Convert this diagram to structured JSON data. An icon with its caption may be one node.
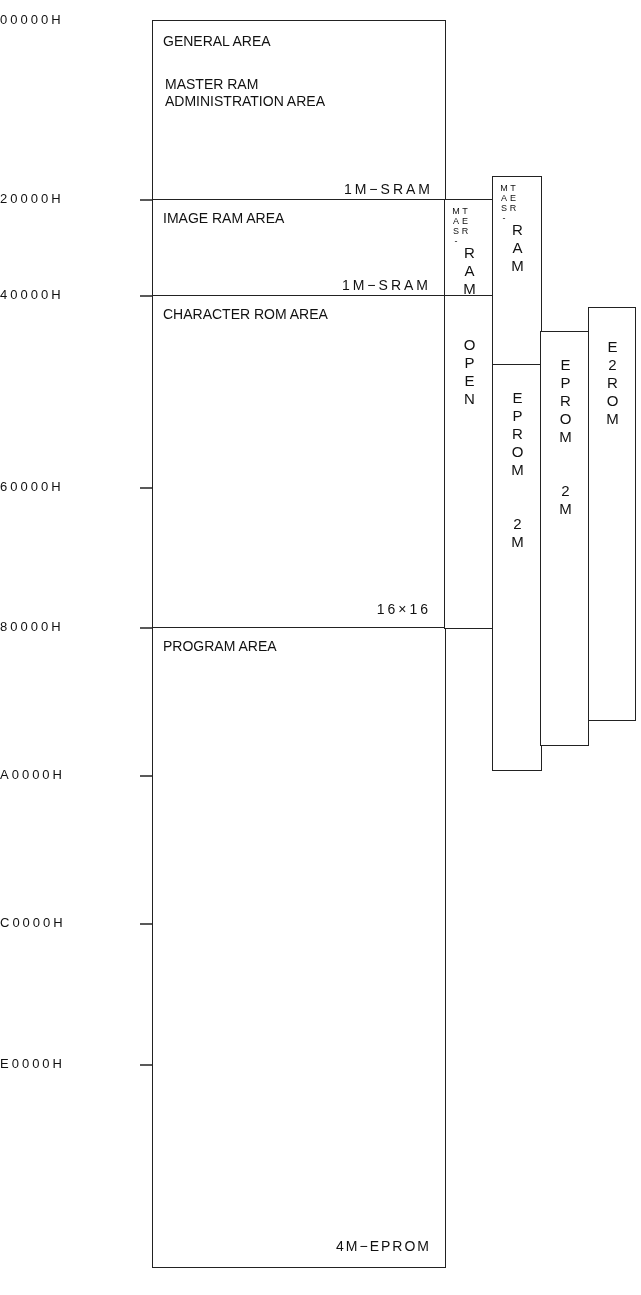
{
  "diagram": {
    "nodes": [
      {
        "text": [
          "GENERAL AREA",
          "MASTER RAM ADMINISTRATION AREA",
          "1M−SRAM"
        ]
      },
      {
        "text": [
          "IMAGE RAM AREA",
          "1M−SRAM"
        ]
      },
      {
        "text": [
          "CHARACTER ROM AREA",
          "16×16"
        ]
      },
      {
        "text": [
          "PROGRAM AREA",
          "4M−EPROM"
        ]
      },
      {
        "text": [
          "MAS-TER",
          "RAM"
        ]
      },
      {
        "text": [
          "OPEN"
        ]
      },
      {
        "text": [
          "MAS-TER",
          "RAM"
        ]
      },
      {
        "text": [
          "EPROM",
          "2M"
        ]
      },
      {
        "text": [
          "EPROM",
          "2M"
        ]
      },
      {
        "text": [
          "E2ROM"
        ]
      }
    ],
    "labels": [
      "00000H",
      "20000H",
      "40000H",
      "60000H",
      "80000H",
      "A0000H",
      "C0000H",
      "E0000H"
    ]
  }
}
